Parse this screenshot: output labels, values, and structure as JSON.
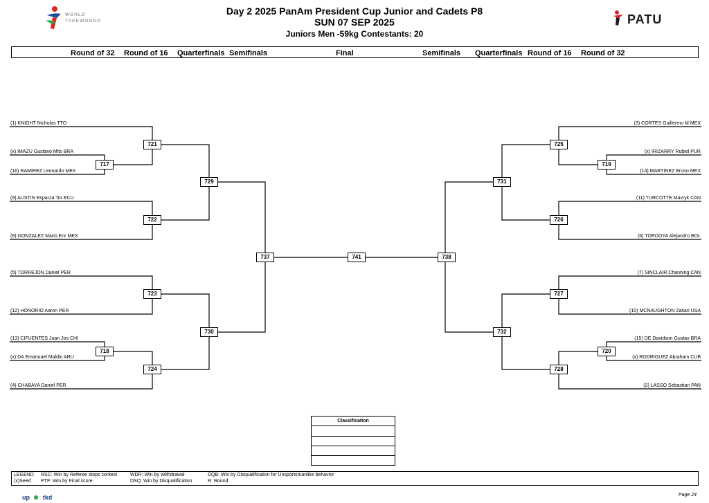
{
  "header": {
    "title": "Day 2 2025 PanAm President Cup  Junior and Cadets P8",
    "date": "SUN 07 SEP 2025",
    "subtitle": "Juniors  Men -59kg  Contestants: 20"
  },
  "logos": {
    "world_taekwondo": [
      "WORLD",
      "TAEKWONDO"
    ],
    "patu": "PATU",
    "footer_left_a": "up",
    "footer_left_b": "tkd"
  },
  "round_headers": [
    "Round of 32",
    "Round of 16",
    "Quarterfinals",
    "Semifinals",
    "Final",
    "Semifinals",
    "Quarterfinals",
    "Round of 16",
    "Round of 32"
  ],
  "left_athletes": [
    "(1) KNIGHT Nicholas TTO",
    "(x) IMAZU Gustavo Mits BRA",
    "(16) RAMIREZ Leonardo MEX",
    "(9) AUSTIN Esparza Tor ECU",
    "(8) GONZALEZ Mario Enr MEX",
    "(5) TORREJON Daniel PER",
    "(12) HONORIO Aaron PER",
    "(13) CIFUENTES Juan Jos CHI",
    "(x) DA Emanuael Maldin ARU",
    "(4) CHABAYA Daniel PER"
  ],
  "right_athletes": [
    "(3) CORTES Guillermo M MEX",
    "(x) IRIZARRY Rubiel PUR",
    "(14) MARTINEZ Bruno MEX",
    "(11) TURCOTTE Mavryk CAN",
    "(6) TORDOYA Alejandro BOL",
    "(7) SINCLAIR Channing CAN",
    "(10) MCNAUGHTON Zakari USA",
    "(15) DE Davidson Gustav BRA",
    "(x) RODRIGUEZ Abraham CUB",
    "(2) LASSO Sebastian PAN"
  ],
  "matches": {
    "m717": "717",
    "m718": "718",
    "m719": "719",
    "m720": "720",
    "m721": "721",
    "m722": "722",
    "m723": "723",
    "m724": "724",
    "m725": "725",
    "m726": "726",
    "m727": "727",
    "m728": "728",
    "m729": "729",
    "m730": "730",
    "m731": "731",
    "m732": "732",
    "m737": "737",
    "m738": "738",
    "m741": "741"
  },
  "classification": {
    "title": "Classification"
  },
  "legend": {
    "label": "LEGEND",
    "seed": "(x)Seed",
    "rsc": "RSC: Win by Referee stops contest",
    "ptf": "PTF: Win by Final score",
    "wdr": "WDR: Win by Withdrawal",
    "dsq": "DSQ: Win by Disqualification",
    "dqb": "DQB: Win by Disqualification for Unsportsmanlike behavior",
    "r": "R: Round"
  },
  "page_number": "Page 24",
  "colors": {
    "wt_red": "#e2231a",
    "wt_blue": "#1a4d9c",
    "wt_green": "#2aa84a",
    "patu_red": "#d9232d"
  }
}
